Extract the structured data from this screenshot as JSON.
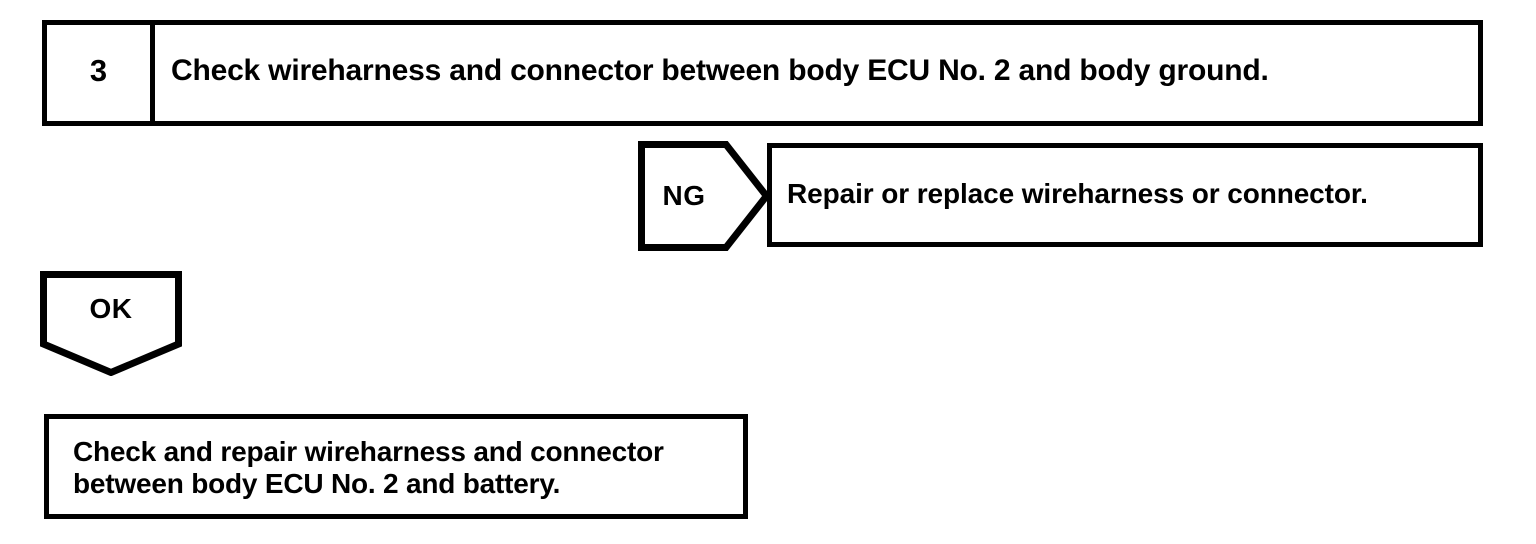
{
  "diagram": {
    "type": "troubleshooting-flowchart",
    "background_color": "#ffffff",
    "line_color": "#000000"
  },
  "step": {
    "number": "3",
    "instruction": "Check wireharness and connector between body ECU No. 2 and body ground."
  },
  "branches": {
    "ng": {
      "label": "NG",
      "arrow_direction": "right",
      "result": "Repair or replace wireharness or connector."
    },
    "ok": {
      "label": "OK",
      "arrow_direction": "down",
      "result_line_1": "Check and repair wireharness and connector",
      "result_line_2": "between body ECU No. 2 and battery."
    }
  }
}
